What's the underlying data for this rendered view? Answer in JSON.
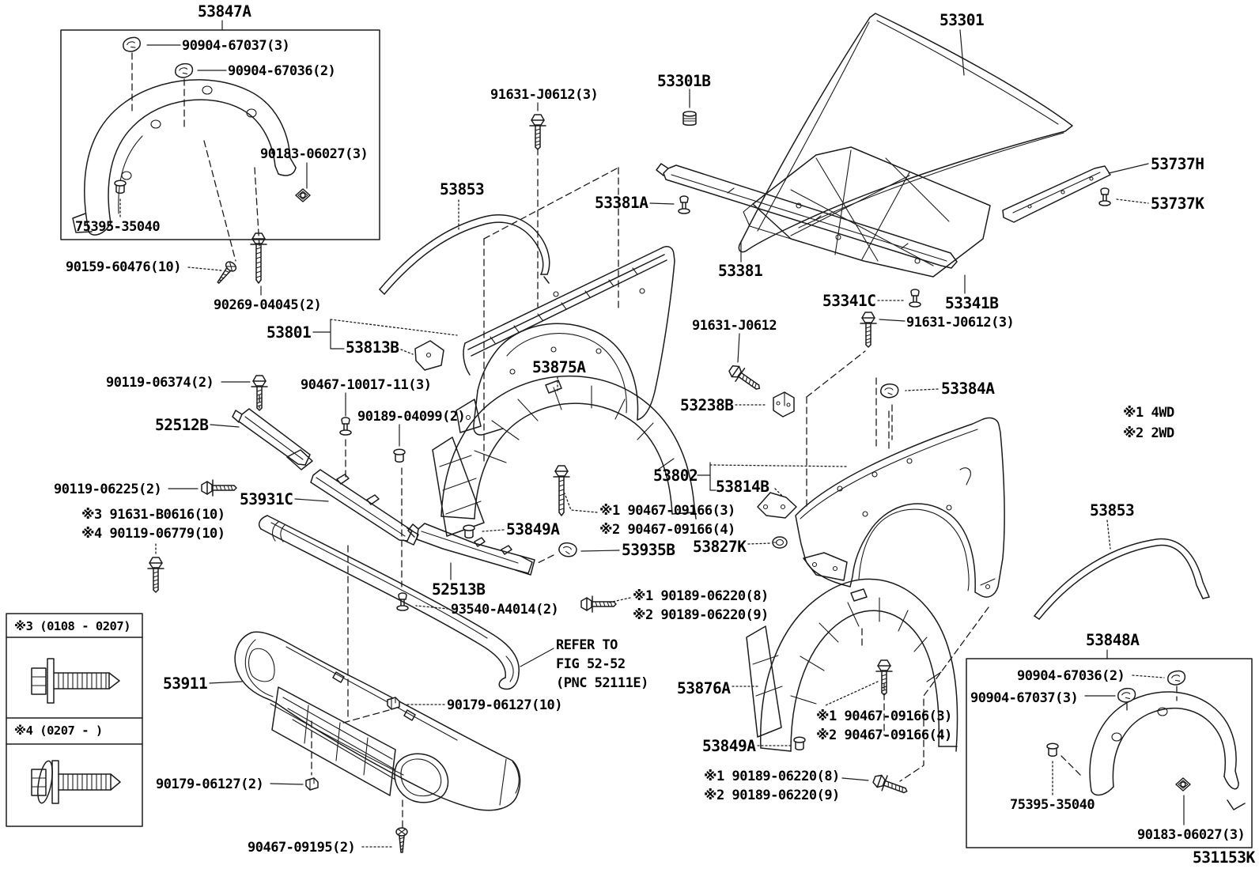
{
  "figure": {
    "code_note": "parts diagram fig 531153K, hood & front fender"
  },
  "labels": [
    {
      "text": "53847A"
    },
    {
      "text": "90904-67037(3)"
    },
    {
      "text": "90904-67036(2)"
    },
    {
      "text": "90183-06027(3)"
    },
    {
      "text": "75395-35040"
    },
    {
      "text": "90159-60476(10)"
    },
    {
      "text": "90269-04045(2)"
    },
    {
      "text": "53801"
    },
    {
      "text": "53813B"
    },
    {
      "text": "91631-J0612(3)"
    },
    {
      "text": "53853"
    },
    {
      "text": "53301B"
    },
    {
      "text": "53301"
    },
    {
      "text": "53381A"
    },
    {
      "text": "53381"
    },
    {
      "text": "53737H"
    },
    {
      "text": "53737K"
    },
    {
      "text": "53341C"
    },
    {
      "text": "53341B"
    },
    {
      "text": "91631-J0612(3)"
    },
    {
      "text": "91631-J0612"
    },
    {
      "text": "53384A"
    },
    {
      "text": "53238B"
    },
    {
      "text": "※1  4WD"
    },
    {
      "text": "※2  2WD"
    },
    {
      "text": "90119-06374(2)"
    },
    {
      "text": "90467-10017-11(3)"
    },
    {
      "text": "52512B"
    },
    {
      "text": "90189-04099(2)"
    },
    {
      "text": "53875A"
    },
    {
      "text": "90119-06225(2)"
    },
    {
      "text": "53931C"
    },
    {
      "text": "※3 91631-B0616(10)"
    },
    {
      "text": "※4 90119-06779(10)"
    },
    {
      "text": "53802"
    },
    {
      "text": "53814B"
    },
    {
      "text": "※1 90467-09166(3)"
    },
    {
      "text": "※2 90467-09166(4)"
    },
    {
      "text": "53849A"
    },
    {
      "text": "53827K"
    },
    {
      "text": "53935B"
    },
    {
      "text": "52513B"
    },
    {
      "text": "93540-A4014(2)"
    },
    {
      "text": "※1 90189-06220(8)"
    },
    {
      "text": "※2 90189-06220(9)"
    },
    {
      "text": "53853"
    },
    {
      "text": "REFER TO"
    },
    {
      "text": "FIG 52-52"
    },
    {
      "text": "(PNC 52111E)"
    },
    {
      "text": "53911"
    },
    {
      "text": "90179-06127(10)"
    },
    {
      "text": "53876A"
    },
    {
      "text": "※1 90467-09166(3)"
    },
    {
      "text": "※2 90467-09166(4)"
    },
    {
      "text": "53849A"
    },
    {
      "text": "※1 90189-06220(8)"
    },
    {
      "text": "※2 90189-06220(9)"
    },
    {
      "text": "90179-06127(2)"
    },
    {
      "text": "90467-09195(2)"
    },
    {
      "text": "53848A"
    },
    {
      "text": "90904-67036(2)"
    },
    {
      "text": "90904-67037(3)"
    },
    {
      "text": "75395-35040"
    },
    {
      "text": "90183-06027(3)"
    },
    {
      "text": "531153K"
    },
    {
      "text": "※3 (0108 - 0207)"
    },
    {
      "text": "※4 (0207 -      )"
    }
  ]
}
